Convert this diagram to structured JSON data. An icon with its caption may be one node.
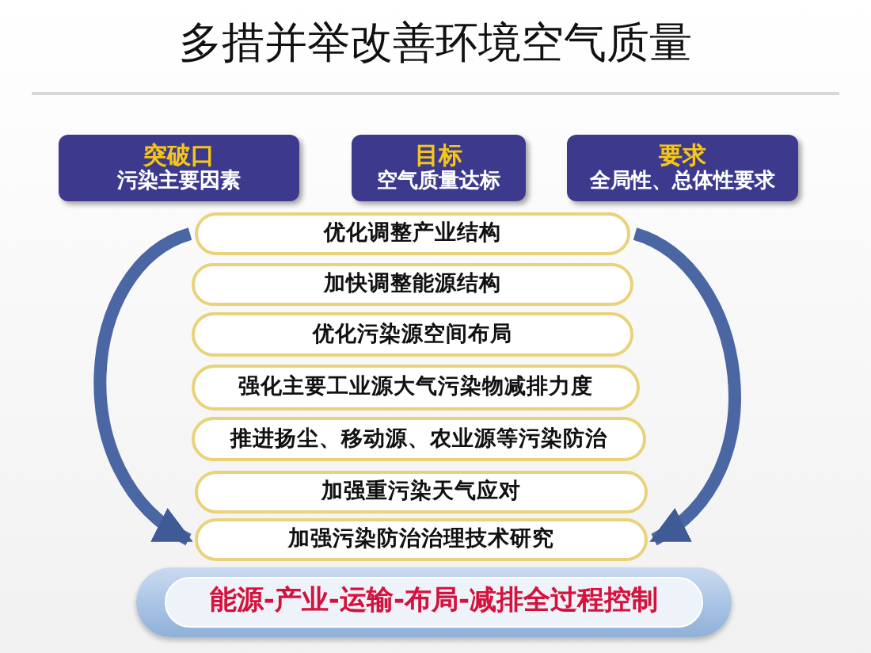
{
  "diagram": {
    "title": "多措并举改善环境空气质量",
    "nodes": [
      {
        "text": [
          "突破口",
          "污染主要因素"
        ]
      },
      {
        "text": [
          "目标",
          "空气质量达标"
        ]
      },
      {
        "text": [
          "要求",
          "全局性、总体性要求"
        ]
      },
      {
        "text": [
          "优化调整产业结构"
        ]
      },
      {
        "text": [
          "加快调整能源结构"
        ]
      },
      {
        "text": [
          "优化污染源空间布局"
        ]
      },
      {
        "text": [
          "强化主要工业源大气污染物减排力度"
        ]
      },
      {
        "text": [
          "推进扬尘、移动源、农业源等污染防治"
        ]
      },
      {
        "text": [
          "加强重污染天气应对"
        ]
      },
      {
        "text": [
          "加强污染防治治理技术研究"
        ]
      },
      {
        "text": [
          "能源-产业-运输-布局-减排全过程控制"
        ]
      }
    ],
    "edges": [
      {
        "from": 3,
        "to": 9,
        "arrow": "to"
      },
      {
        "from": 3,
        "to": 9,
        "arrow": "to"
      }
    ]
  }
}
